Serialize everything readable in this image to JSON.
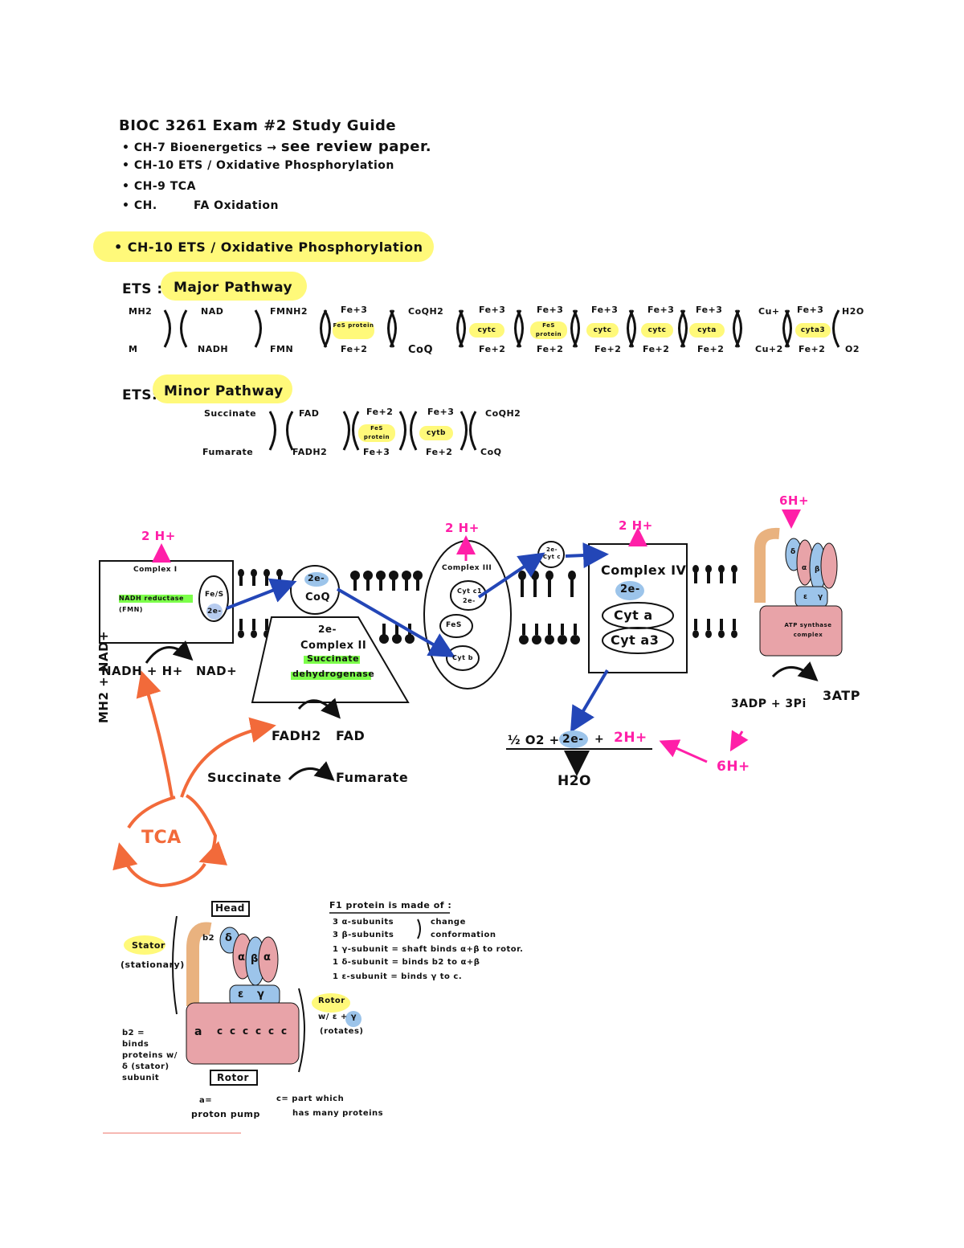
{
  "header": {
    "title": "BIOC 3261 Exam #2 Study Guide",
    "items": [
      {
        "bullet": "•",
        "ch": "CH-7",
        "text": "Bioenergetics",
        "arrow": "→",
        "note": "see review paper."
      },
      {
        "bullet": "•",
        "ch": "CH-10",
        "text": "ETS / Oxidative Phosphorylation"
      },
      {
        "bullet": "•",
        "ch": "CH-9",
        "text": "TCA"
      },
      {
        "bullet": "•",
        "ch": "CH.",
        "text": "FA Oxidation"
      }
    ]
  },
  "section_banner": "• CH-10 ETS / Oxidative Phosphorylation",
  "major_pathway": {
    "label": "ETS :",
    "highlight": "Major Pathway",
    "top": [
      "MH2",
      "NAD",
      "FMNH2",
      "Fe+3",
      "CoQH2",
      "Fe+3",
      "Fe+3",
      "Fe+3",
      "Fe+3",
      "Fe+3",
      "Cu+",
      "Fe+3",
      "H2O"
    ],
    "mid": [
      "FeS protein",
      "cytc",
      "FeS protein",
      "cytc",
      "cytc",
      "cyta",
      "cyta3"
    ],
    "bottom": [
      "M",
      "NADH",
      "FMN",
      "Fe+2",
      "CoQ",
      "Fe+2",
      "Fe+2",
      "Fe+2",
      "Fe+2",
      "Fe+2",
      "Cu+2",
      "Fe+2",
      "O2"
    ]
  },
  "minor_pathway": {
    "label": "ETS:",
    "highlight": "Minor Pathway",
    "top": [
      "Succinate",
      "FAD",
      "Fe+2",
      "Fe+3",
      "CoQH2"
    ],
    "mid": [
      "FeS protein",
      "cytb"
    ],
    "bottom": [
      "Fumarate",
      "FADH2",
      "Fe+3",
      "Fe+2",
      "CoQ"
    ]
  },
  "diagram": {
    "complex1": {
      "title": "Complex I",
      "enzyme": "NADH reductase (FMN)",
      "fes": "Fe/S",
      "e": "2e-",
      "protons": "2 H+"
    },
    "nadh_reaction": {
      "left": "NADH + H+",
      "right": "NAD+"
    },
    "mh2": "MH2 + NAD+",
    "coq": {
      "e": "2e-",
      "name": "CoQ"
    },
    "complex2": {
      "e": "2e-",
      "title": "Complex II",
      "enzyme1": "Succinate",
      "enzyme2": "dehydrogenase"
    },
    "fadh2": "FADH2",
    "fad": "FAD",
    "succinate": "Succinate",
    "fumarate": "Fumarate",
    "tca": "TCA",
    "complex3": {
      "title": "Complex III",
      "cytc1": "Cyt c1",
      "e": "2e-",
      "fes": "FeS",
      "cytb": "Cyt b",
      "protons": "2 H+"
    },
    "cytc": "2e- Cyt c",
    "complex4": {
      "title": "Complex IV",
      "e": "2e-",
      "cyta": "Cyt a",
      "cyta3": "Cyt a3",
      "protons": "2 H+"
    },
    "water": {
      "o2": "½ O2 +",
      "e": "2e-",
      "plus": "+",
      "h": "2H+",
      "product": "H2O",
      "source": "6H+"
    },
    "atp_synthase": {
      "label": "ATP synthase complex",
      "protons": "6H+",
      "reaction_left": "3ADP + 3Pi",
      "reaction_right": "3ATP"
    }
  },
  "f1_diagram": {
    "head": "Head",
    "stator": "Stator",
    "stationary": "(stationary)",
    "b2_note": [
      "b2 =",
      "binds",
      "proteins w/",
      "δ (stator)",
      "subunit"
    ],
    "rotor_label": "Rotor",
    "rotor_note": "Rotor",
    "rotor_with": "w/ ε + γ",
    "rotates": "(rotates)",
    "a_note": [
      "a=",
      "proton pump"
    ],
    "c_note": [
      "c= part which",
      "has many proteins"
    ],
    "subunits": [
      "a",
      "c",
      "c",
      "c",
      "c",
      "c",
      "c"
    ],
    "greek": {
      "delta": "δ",
      "alpha": "α",
      "beta": "β",
      "epsilon": "ε",
      "gamma": "γ",
      "b2": "b2"
    }
  },
  "f1_notes": {
    "title": "F1 protein is made of :",
    "lines": [
      "3 α-subunits",
      "3 β-subunits",
      "1 γ-subunit = shaft binds α+β to rotor.",
      "1 δ-subunit = binds b2 to α+β",
      "1 ε-subunit = binds γ to c."
    ],
    "brace_note": [
      "change",
      "conformation"
    ]
  },
  "colors": {
    "yellow": "#fff97a",
    "magenta": "#ff1fa8",
    "blue": "#2346b7",
    "orange": "#f26a3a",
    "pink": "#e8a3a8",
    "lightblue": "#9cc4ea",
    "tan": "#e9b27f",
    "green": "#7cff4a"
  }
}
